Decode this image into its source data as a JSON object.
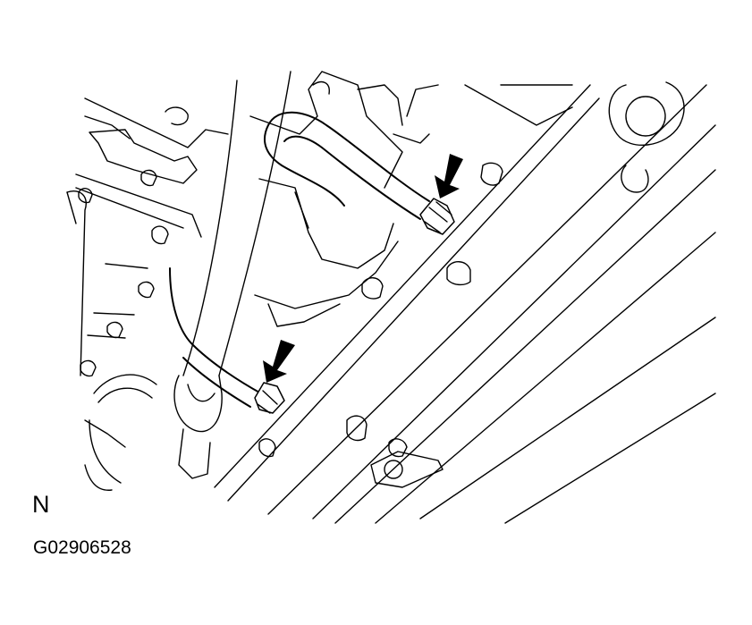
{
  "figure": {
    "corner_label": "N",
    "figure_id": "G02906528",
    "arrows": [
      {
        "name": "upper-clamp-arrow",
        "points_to": "upper-hose-clamp"
      },
      {
        "name": "lower-clamp-arrow",
        "points_to": "lower-hose-clamp"
      }
    ],
    "colors": {
      "line": "#000000",
      "background": "#ffffff",
      "arrow": "#000000"
    }
  }
}
